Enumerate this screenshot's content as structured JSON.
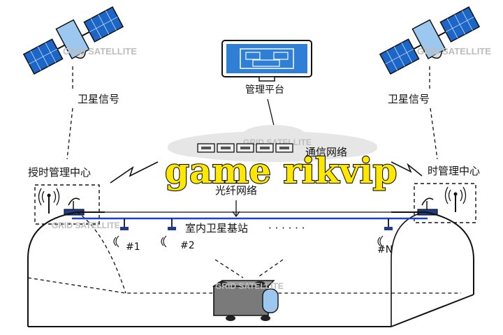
{
  "labels": {
    "management_platform": "管理平台",
    "satellite_signal_left": "卫星信号",
    "satellite_signal_right": "卫星信号",
    "timing_center_left": "授时管理中心",
    "timing_center_right": "时管理中心",
    "comm_network": "通信网络",
    "fiber_network": "光纤网络",
    "indoor_base_station": "室内卫星基站",
    "ellipsis": "· · ·  · · ·",
    "station_1": "#1",
    "station_2": "#2",
    "station_n": "#N"
  },
  "watermark": "GRID SATELLITE",
  "banner": "game rikvip",
  "colors": {
    "fiber": "#1f3fd0",
    "screen": "#2f7fd6",
    "solar_panel": "#1c66c8",
    "vehicle_body": "#7a7a7a",
    "vehicle_light": "#9cc8f0",
    "banner_fill": "#ffe800"
  }
}
